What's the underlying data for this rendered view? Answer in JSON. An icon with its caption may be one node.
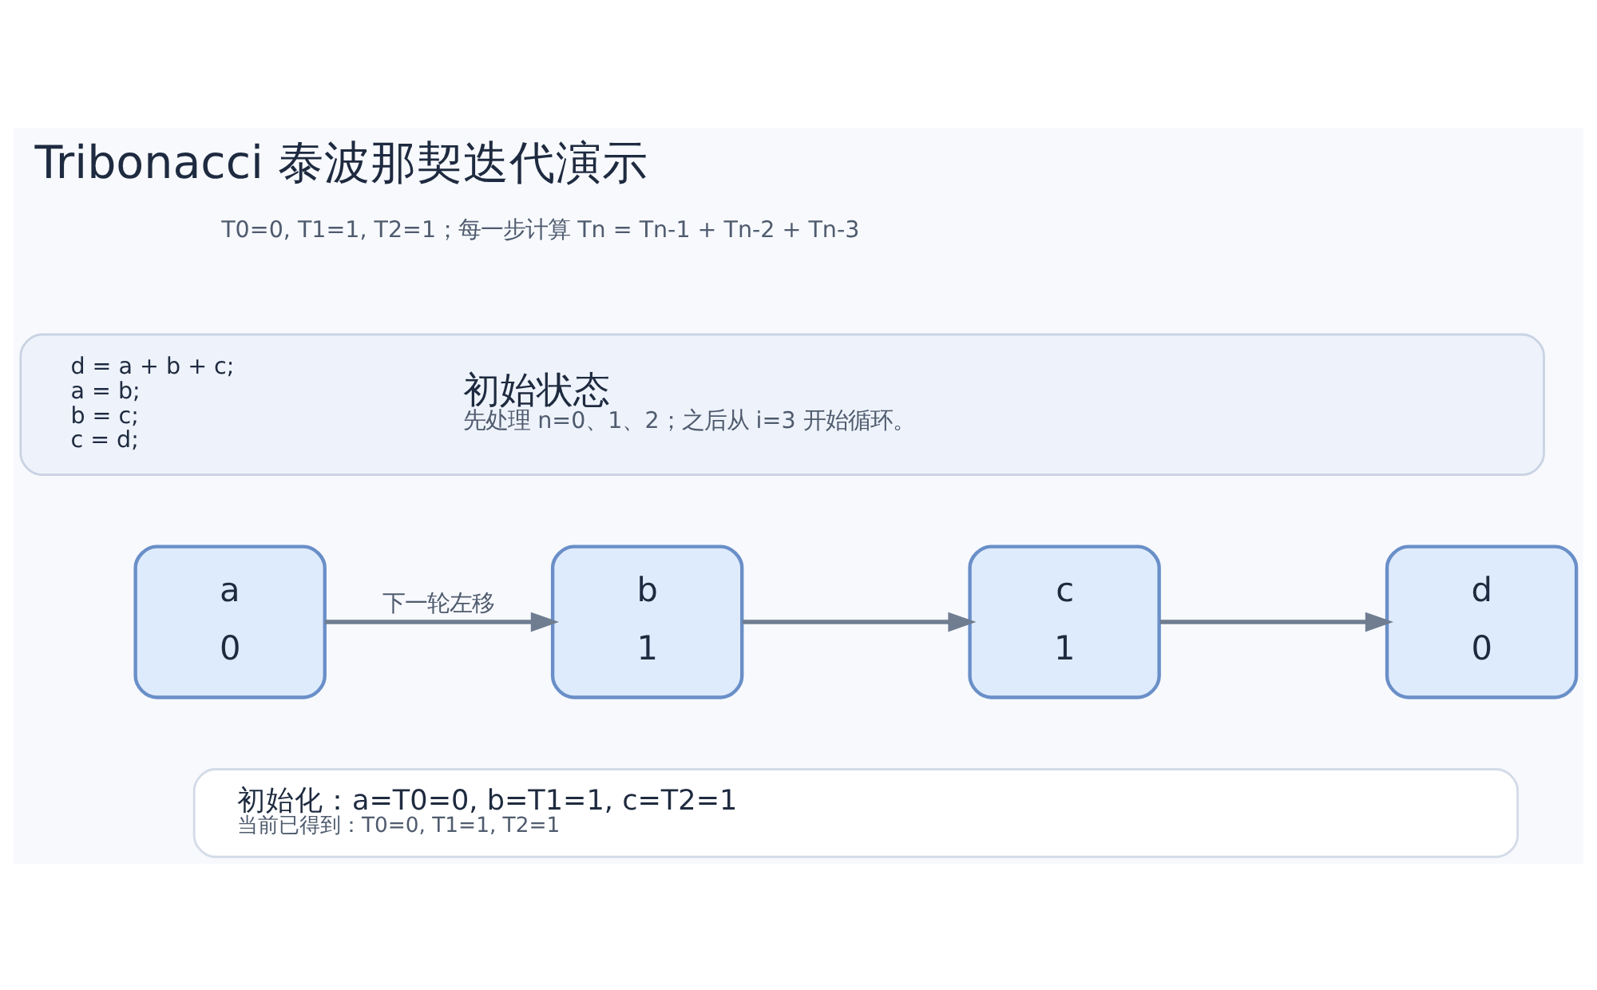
{
  "diagram": {
    "title": "Tribonacci 泰波那契迭代演示",
    "nodes": [
      {
        "text": [
          "d = a + b + c;",
          "a = b;",
          "b = c;",
          "c = d;",
          "初始状态",
          "先处理 n=0、1、2；之后从 i=3 开始循环。"
        ]
      },
      {
        "text": [
          "a",
          "0"
        ]
      },
      {
        "text": [
          "b",
          "1"
        ]
      },
      {
        "text": [
          "c",
          "1"
        ]
      },
      {
        "text": [
          "d",
          "0"
        ]
      },
      {
        "text": [
          "初始化：a=T0=0, b=T1=1, c=T2=1",
          "当前已得到：T0=0, T1=1, T2=1"
        ]
      }
    ],
    "edges": [
      {
        "from": 1,
        "to": 2,
        "arrow": "to",
        "label": "下一轮左移"
      },
      {
        "from": 2,
        "to": 3,
        "arrow": "to"
      },
      {
        "from": 3,
        "to": 4,
        "arrow": "to"
      }
    ],
    "labels": [
      "T0=0, T1=1, T2=1；每一步计算 Tn = Tn-1 + Tn-2 + Tn-3"
    ]
  }
}
